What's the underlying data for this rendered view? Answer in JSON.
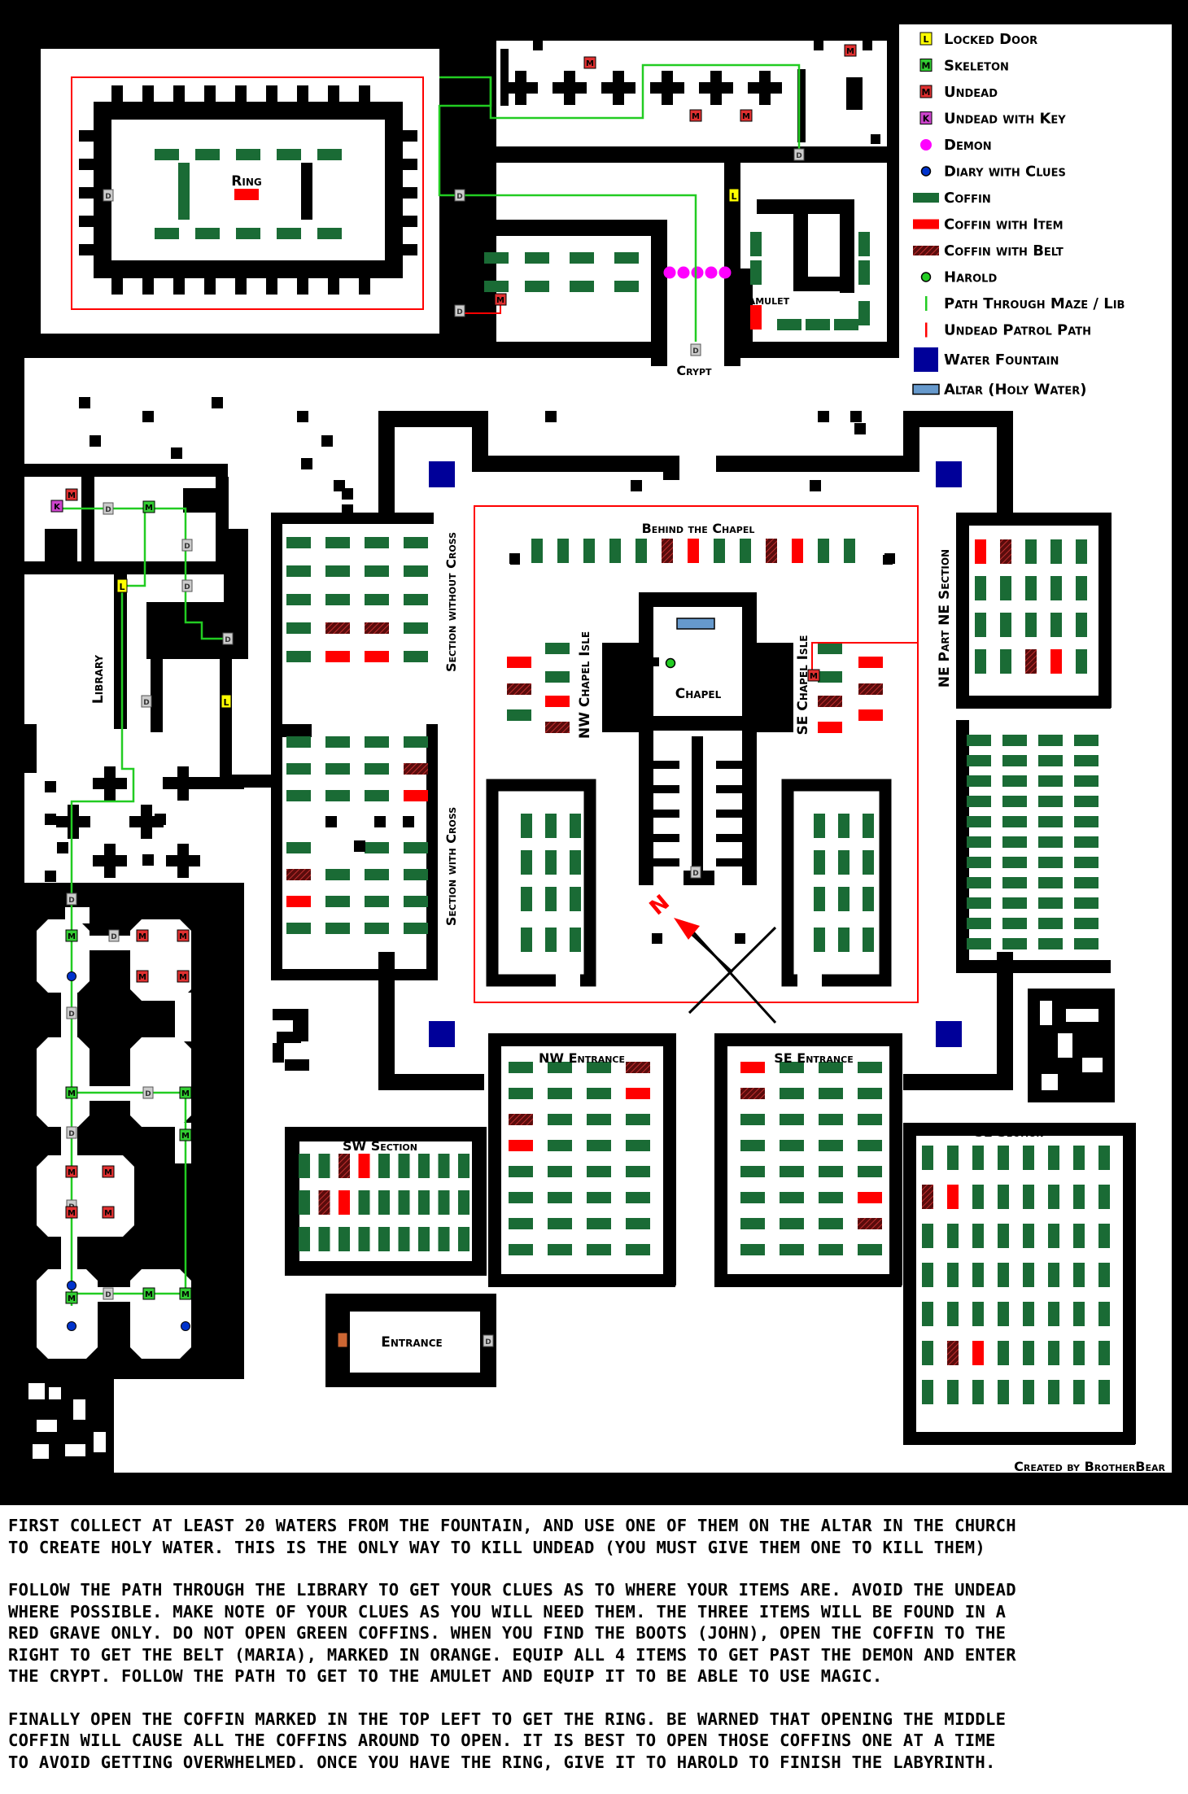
{
  "legend": {
    "items": [
      {
        "key": "locked-door",
        "label": "Locked Door",
        "color": "#ffff00",
        "glyph": "L"
      },
      {
        "key": "skeleton",
        "label": "Skeleton",
        "color": "#33cc33",
        "glyph": "M"
      },
      {
        "key": "undead",
        "label": "Undead",
        "color": "#e03030",
        "glyph": "M"
      },
      {
        "key": "undead-key",
        "label": "Undead with Key",
        "color": "#cc44cc",
        "glyph": "K"
      },
      {
        "key": "demon",
        "label": "Demon",
        "color": "#ff00ff"
      },
      {
        "key": "diary",
        "label": "Diary with Clues",
        "color": "#0033cc"
      },
      {
        "key": "coffin",
        "label": "Coffin",
        "color": "#1a6b35"
      },
      {
        "key": "coffin-item",
        "label": "Coffin with Item",
        "color": "#ff0000"
      },
      {
        "key": "coffin-belt",
        "label": "Coffin with Belt",
        "color": "#7a1010"
      },
      {
        "key": "harold",
        "label": "Harold",
        "color": "#22cc22"
      },
      {
        "key": "path",
        "label": "Path Through Maze / Lib",
        "color": "#22cc22"
      },
      {
        "key": "patrol",
        "label": "Undead Patrol Path",
        "color": "#ff0000"
      },
      {
        "key": "fountain",
        "label": "Water Fountain",
        "color": "#000099"
      },
      {
        "key": "altar",
        "label": "Altar (Holy Water)",
        "color": "#6699cc"
      }
    ]
  },
  "labels": {
    "ring": "Ring",
    "amulet": "Amulet",
    "crypt": "Crypt",
    "library": "Library",
    "behind_chapel": "Behind the Chapel",
    "chapel": "Chapel",
    "nw_chapel_isle": "NW Chapel Isle",
    "se_chapel_isle": "SE Chapel Isle",
    "section_without_cross": "Section without Cross",
    "section_with_cross": "Section with Cross",
    "ne_part_ne_section": "NE Part NE Section",
    "nw_entrance": "NW Entrance",
    "se_entrance": "SE Entrance",
    "sw_section": "SW Section",
    "se_section": "SE Section",
    "entrance": "Entrance",
    "north": "N",
    "credit": "Created by BrotherBear"
  },
  "glyphs": {
    "door": "D",
    "locked": "L",
    "monster": "M",
    "key": "K"
  },
  "instructions": [
    "FIRST COLLECT AT LEAST 20 WATERS FROM THE FOUNTAIN, AND USE ONE OF THEM ON THE ALTAR IN THE CHURCH\nTO CREATE HOLY WATER. THIS IS THE ONLY WAY TO KILL UNDEAD (YOU MUST GIVE THEM ONE TO KILL THEM)",
    "FOLLOW THE PATH THROUGH THE LIBRARY TO GET YOUR CLUES AS TO WHERE YOUR ITEMS ARE. AVOID THE UNDEAD\nWHERE POSSIBLE. MAKE NOTE OF YOUR CLUES AS YOU WILL NEED THEM. THE THREE ITEMS WILL BE FOUND IN A\nRED GRAVE ONLY. DO NOT OPEN GREEN COFFINS. WHEN YOU FIND THE BOOTS (JOHN), OPEN THE COFFIN TO THE\nRIGHT TO GET THE BELT (MARIA), MARKED IN ORANGE. EQUIP ALL 4 ITEMS TO GET PAST THE DEMON AND ENTER\nTHE CRYPT. FOLLOW THE PATH TO GET TO THE AMULET AND EQUIP IT TO BE ABLE TO USE MAGIC.",
    "FINALLY OPEN THE COFFIN MARKED IN THE TOP LEFT TO GET THE RING. BE WARNED THAT OPENING THE MIDDLE\nCOFFIN WILL CAUSE ALL THE COFFINS AROUND TO OPEN. IT IS BEST TO OPEN THOSE COFFINS ONE AT A TIME\nTO AVOID GETTING OVERWHELMED. ONCE YOU HAVE THE RING, GIVE IT TO HAROLD TO FINISH THE LABYRINTH."
  ]
}
